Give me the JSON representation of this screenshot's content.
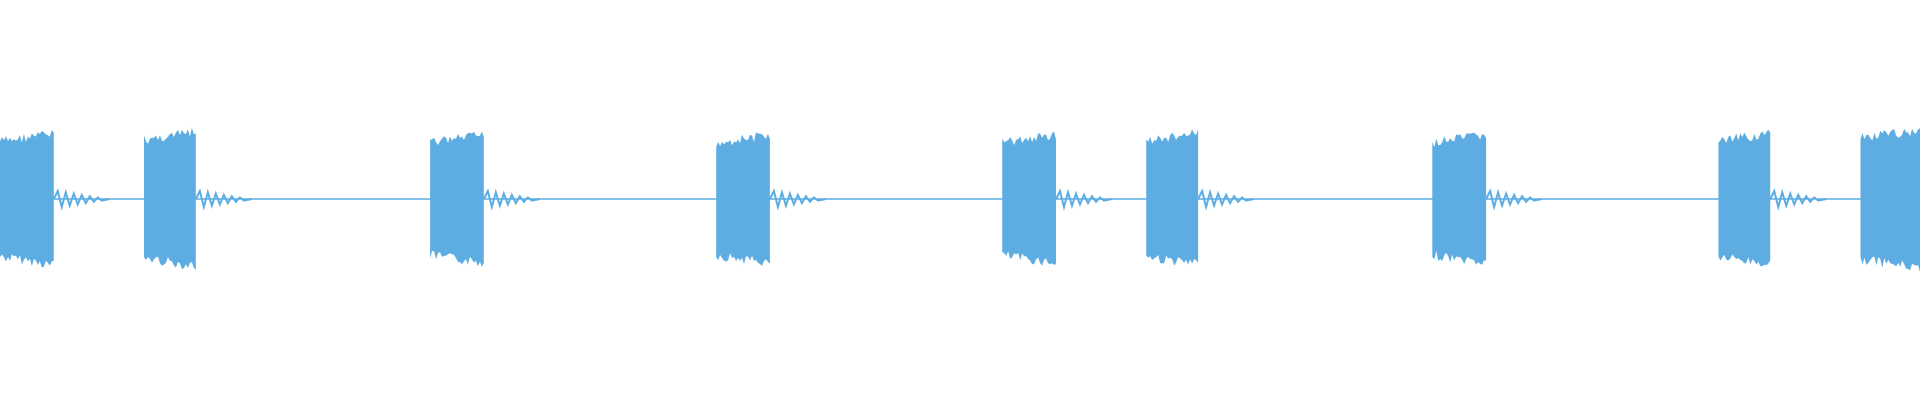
{
  "waveform": {
    "color": "#5dade2",
    "background": "#ffffff",
    "bursts": [
      {
        "start": 0.0,
        "end": 0.028,
        "amplitude": 0.82
      },
      {
        "start": 0.075,
        "end": 0.102,
        "amplitude": 0.84
      },
      {
        "start": 0.224,
        "end": 0.252,
        "amplitude": 0.8
      },
      {
        "start": 0.373,
        "end": 0.401,
        "amplitude": 0.8
      },
      {
        "start": 0.522,
        "end": 0.55,
        "amplitude": 0.8
      },
      {
        "start": 0.597,
        "end": 0.624,
        "amplitude": 0.82
      },
      {
        "start": 0.746,
        "end": 0.774,
        "amplitude": 0.8
      },
      {
        "start": 0.895,
        "end": 0.922,
        "amplitude": 0.82
      },
      {
        "start": 0.969,
        "end": 1.0,
        "amplitude": 0.86
      }
    ],
    "baseline_amplitude": 0.02
  }
}
